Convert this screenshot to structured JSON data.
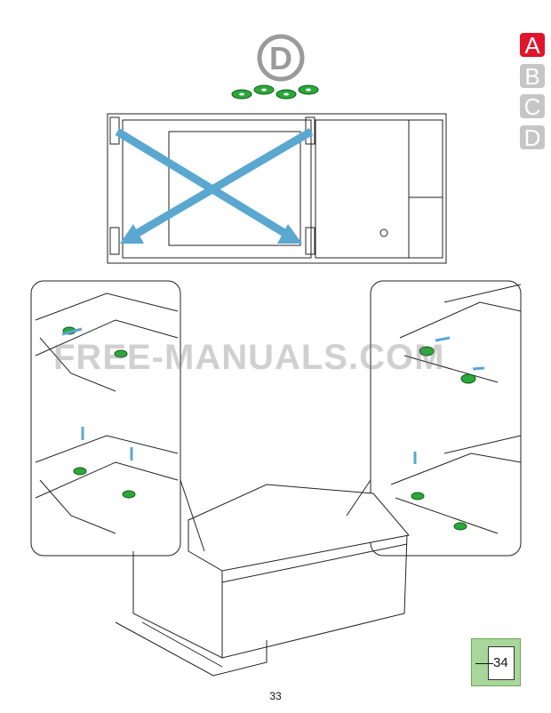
{
  "step_label": "D",
  "step_tabs": [
    {
      "label": "A",
      "active": true
    },
    {
      "label": "B",
      "active": false
    },
    {
      "label": "C",
      "active": false
    },
    {
      "label": "D",
      "active": false
    }
  ],
  "next_page": "34",
  "page_number": "33",
  "watermark": "FREE-MANUALS.COM",
  "colors": {
    "active_tab": "#e0142a",
    "inactive_tab": "#c6c6c6",
    "arrow": "#5aa8d0",
    "washer": "#2aa83a",
    "next_box": "#a9d69a"
  }
}
